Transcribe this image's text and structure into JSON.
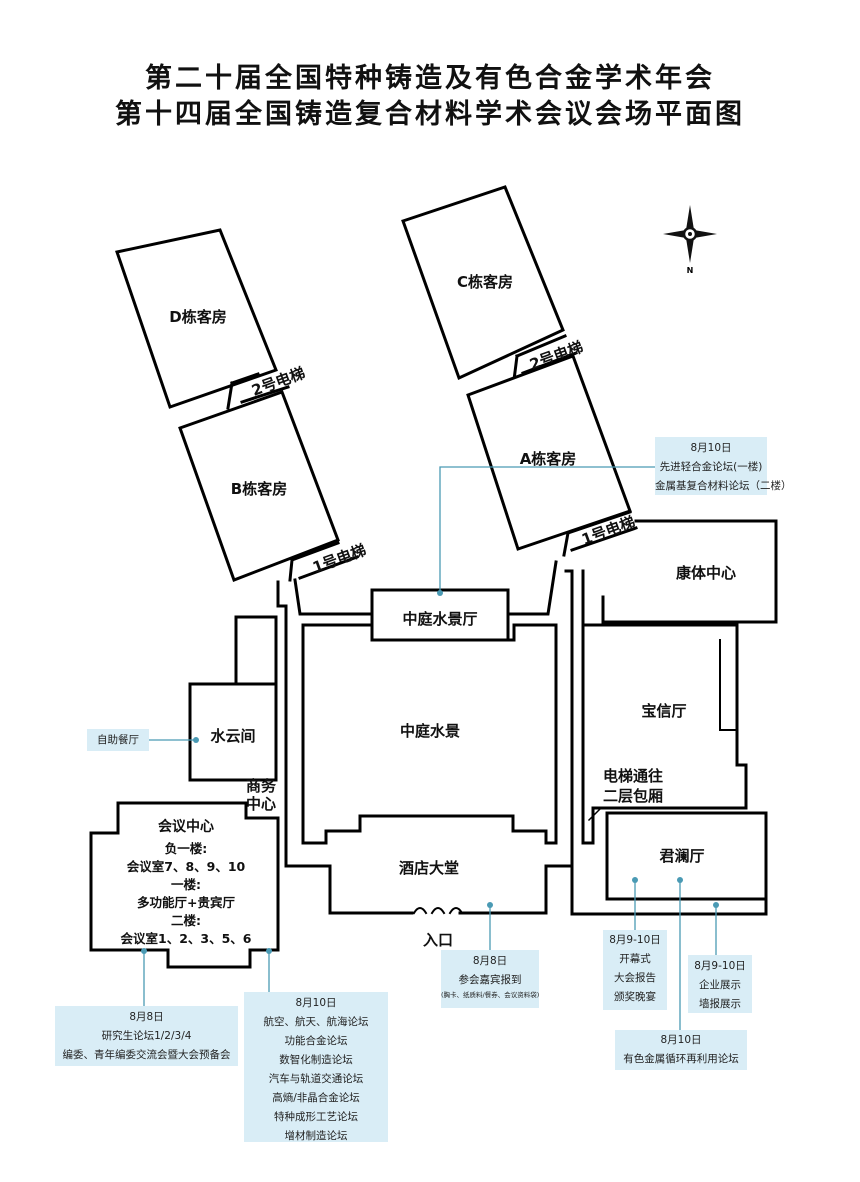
{
  "title": {
    "line1": "第二十届全国特种铸造及有色合金学术年会",
    "line2": "第十四届全国铸造复合材料学术会议会场平面图"
  },
  "compass": {
    "north_label": "N"
  },
  "rooms": {
    "d_building": "D栋客房",
    "b_building": "B栋客房",
    "c_building": "C栋客房",
    "a_building": "A栋客房",
    "elevator_2_left": "2号电梯",
    "elevator_1_left": "1号电梯",
    "elevator_2_right": "2号电梯",
    "elevator_1_right": "1号电梯",
    "fitness_center": "康体中心",
    "atrium_hall": "中庭水景厅",
    "atrium": "中庭水景",
    "baoxin_hall": "宝信厅",
    "shuiyun": "水云间",
    "business_center_1": "商务",
    "business_center_2": "中心",
    "elevator_2f_1": "电梯通往",
    "elevator_2f_2": "二层包厢",
    "junlan_hall": "君澜厅",
    "lobby": "酒店大堂",
    "entrance": "入口",
    "conference_center": {
      "title": "会议中心",
      "lines": [
        "负一楼:",
        "会议室7、8、9、10",
        "一楼:",
        "多功能厅+贵宾厅",
        "二楼:",
        "会议室1、2、3、5、6"
      ]
    }
  },
  "callouts": {
    "a_building_forums": {
      "date": "8月10日",
      "lines": [
        "先进轻合金论坛(一楼)",
        "金属基复合材料论坛（二楼）"
      ]
    },
    "buffet": {
      "lines": [
        "自助餐厅"
      ]
    },
    "conference_8_8": {
      "date": "8月8日",
      "lines": [
        "研究生论坛1/2/3/4",
        "编委、青年编委交流会暨大会预备会"
      ]
    },
    "conference_8_10": {
      "date": "8月10日",
      "lines": [
        "航空、航天、航海论坛",
        "功能合金论坛",
        "数智化制造论坛",
        "汽车与轨道交通论坛",
        "高熵/非晶合金论坛",
        "特种成形工艺论坛",
        "增材制造论坛"
      ]
    },
    "lobby_registration": {
      "date": "8月8日",
      "lines": [
        "参会嘉宾报到"
      ],
      "note": "(胸卡、纸质料/餐券、会议资料袋)"
    },
    "junlan_opening": {
      "date": "8月9-10日",
      "lines": [
        "开幕式",
        "大会报告",
        "颁奖晚宴"
      ]
    },
    "junlan_recycling": {
      "date": "8月10日",
      "lines": [
        "有色金属循环再利用论坛"
      ]
    },
    "exhibition": {
      "date": "8月9-10日",
      "lines": [
        "企业展示",
        "墙报展示"
      ]
    }
  },
  "colors": {
    "callout_bg": "#d9edf6",
    "leader_line": "#4a9ab4",
    "wall": "#000000"
  }
}
